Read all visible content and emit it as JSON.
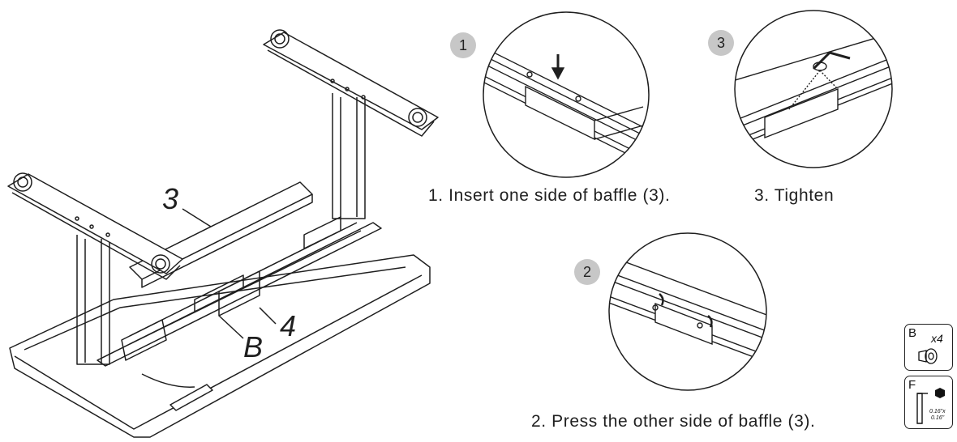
{
  "main_illustration": {
    "callouts": {
      "baffle": "3",
      "beam": "4",
      "part_b": "B"
    }
  },
  "steps": [
    {
      "badge": "1",
      "caption": "1. Insert one side of baffle (3)."
    },
    {
      "badge": "2",
      "caption": "2. Press the other side of baffle (3)."
    },
    {
      "badge": "3",
      "caption": "3. Tighten"
    }
  ],
  "hardware": {
    "B": {
      "letter": "B",
      "quantity": "x4"
    },
    "F": {
      "letter": "F",
      "size_line1": "0.16\"x",
      "size_line2": "0.16\""
    }
  },
  "colors": {
    "line": "#1f1f1f",
    "badge": "#c7c7c7"
  }
}
